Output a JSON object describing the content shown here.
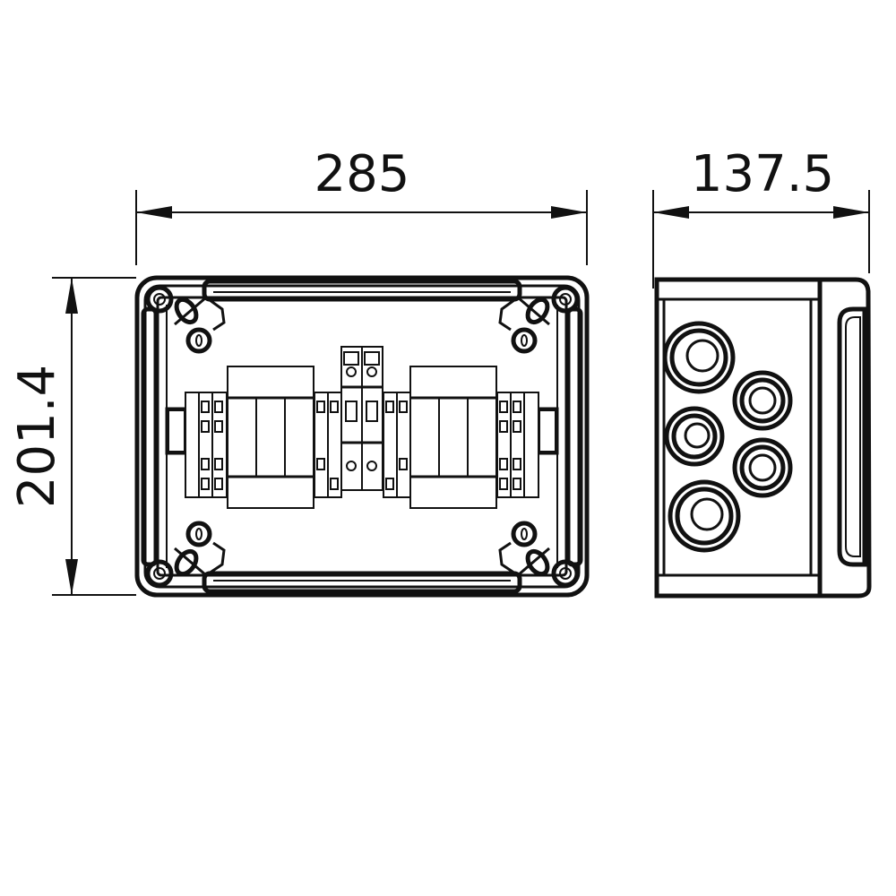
{
  "dimensions": {
    "width": "285",
    "depth": "137.5",
    "height": "201.4"
  }
}
